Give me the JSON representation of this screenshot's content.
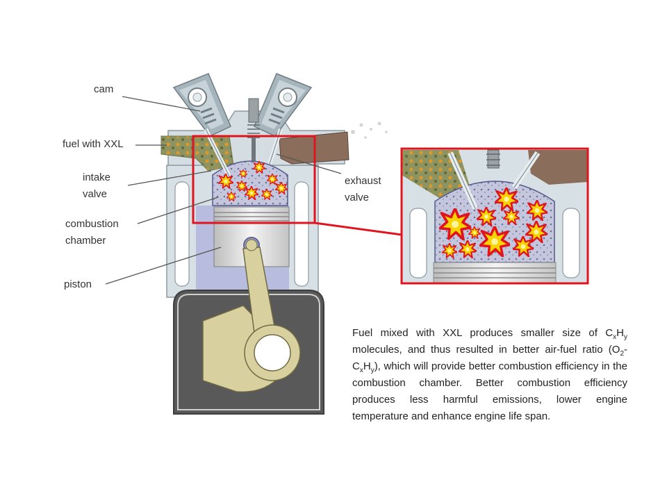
{
  "labels": {
    "cam": "cam",
    "fuel": "fuel with XXL",
    "intake_line1": "intake",
    "intake_line2": "valve",
    "combustion_line1": "combustion",
    "combustion_line2": "chamber",
    "piston": "piston",
    "exhaust_line1": "exhaust",
    "exhaust_line2": "valve"
  },
  "description": {
    "part1": "Fuel mixed with XXL produces smaller size of C",
    "sub_x1": "x",
    "h1": "H",
    "sub_y1": "y",
    "part2": " molecules, and thus resulted in better air-fuel ratio (O",
    "sub_2": "2",
    "dash_c": "-C",
    "sub_x2": "x",
    "h2": "H",
    "sub_y2": "y",
    "part3": "), which will provide better combustion efficiency in the combustion chamber. Better combustion efficiency produces less harmful emissions, lower engine temperature and enhance engine life span."
  },
  "colors": {
    "highlight": "#e0141e",
    "engine_block": "#cfd8dc",
    "crankcase": "#5a5a5a",
    "piston": "#e4e4e4",
    "con_rod": "#d6ce9e",
    "fuel_mix": "#8a8f55",
    "exhaust_port": "#8a6a58",
    "explosion": "#f5d000"
  }
}
